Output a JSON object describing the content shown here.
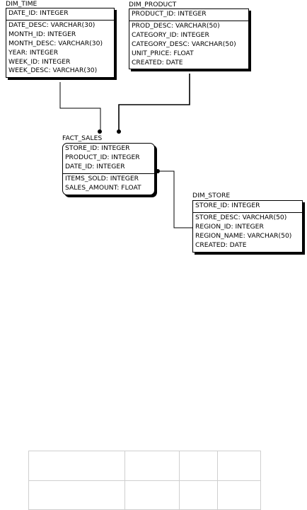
{
  "entities": {
    "dim_time": {
      "name": "DIM_TIME",
      "keys": [
        "DATE_ID: INTEGER"
      ],
      "attrs": [
        "DATE_DESC: VARCHAR(30)",
        "MONTH_ID: INTEGER",
        "MONTH_DESC: VARCHAR(30)",
        "YEAR: INTEGER",
        "WEEK_ID: INTEGER",
        "WEEK_DESC: VARCHAR(30)"
      ]
    },
    "dim_product": {
      "name": "DIM_PRODUCT",
      "keys": [
        "PRODUCT_ID: INTEGER"
      ],
      "attrs": [
        "PROD_DESC: VARCHAR(50)",
        "CATEGORY_ID: INTEGER",
        "CATEGORY_DESC: VARCHAR(50)",
        "UNIT_PRICE: FLOAT",
        "CREATED: DATE"
      ]
    },
    "fact_sales": {
      "name": "FACT_SALES",
      "keys": [
        "STORE_ID: INTEGER",
        "PRODUCT_ID: INTEGER",
        "DATE_ID: INTEGER"
      ],
      "attrs": [
        "ITEMS_SOLD: INTEGER",
        "SALES_AMOUNT: FLOAT"
      ]
    },
    "dim_store": {
      "name": "DIM_STORE",
      "keys": [
        "STORE_ID: INTEGER"
      ],
      "attrs": [
        "STORE_DESC: VARCHAR(50)",
        "REGION_ID: INTEGER",
        "REGION_NAME: VARCHAR(50)",
        "CREATED: DATE"
      ]
    }
  },
  "relationships": [
    {
      "from": "DIM_TIME",
      "to": "FACT_SALES"
    },
    {
      "from": "DIM_PRODUCT",
      "to": "FACT_SALES"
    },
    {
      "from": "DIM_STORE",
      "to": "FACT_SALES"
    }
  ],
  "empty_table": {
    "rows": 2,
    "cols": 4
  }
}
